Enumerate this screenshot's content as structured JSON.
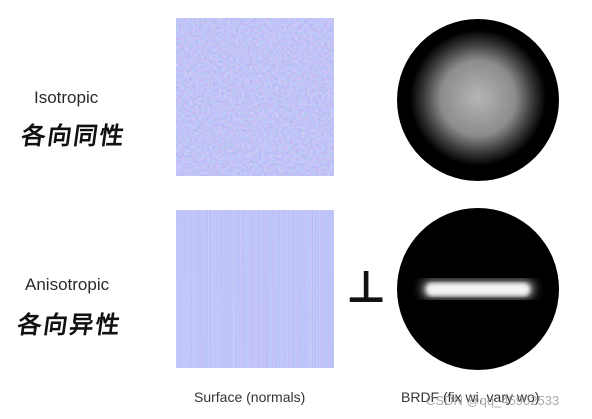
{
  "rows": [
    {
      "label_en": "Isotropic",
      "label_zh": "各向同性"
    },
    {
      "label_en": "Anisotropic",
      "label_zh": "各向异性"
    }
  ],
  "symbol": "⊥",
  "captions": {
    "surface": "Surface (normals)",
    "brdf": "BRDF (fix wi, vary wo)"
  },
  "watermark": "CSDN @qq_45902533",
  "colors": {
    "normal_map": "#8a8ee8",
    "brdf_bg": "#000000",
    "highlight": "#ffffff"
  }
}
